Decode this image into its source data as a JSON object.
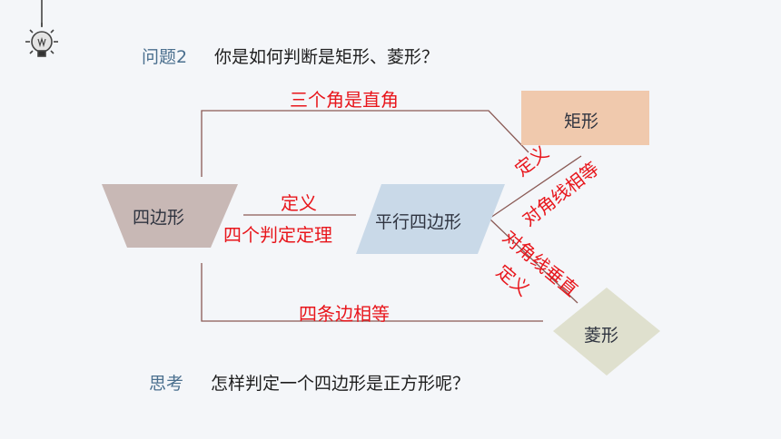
{
  "header": {
    "question_label": "问题2",
    "question_text": "你是如何判断是矩形、菱形？"
  },
  "footer": {
    "think_label": "思考",
    "think_text": "怎样判定一个四边形是正方形呢？"
  },
  "shapes": {
    "quadrilateral": "四边形",
    "parallelogram": "平行四边形",
    "rectangle": "矩形",
    "rhombus": "菱形"
  },
  "edges": {
    "top": "三个角是直角",
    "middle_top": "定义",
    "middle_bottom": "四个判定定理",
    "bottom": "四条边相等",
    "rect_def": "定义",
    "rect_diag": "对角线相等",
    "rhombus_diag": "对角线垂直",
    "rhombus_def": "定义"
  },
  "colors": {
    "edge_text": "#e8161c",
    "line": "#8a5a55",
    "quadrilateral_fill": "#c8b8b5",
    "parallelogram_fill": "#c9d9e8",
    "rectangle_fill": "#f0c9ad",
    "rhombus_fill": "#dfe0ce"
  },
  "icons": {
    "bulb": "lightbulb-icon"
  }
}
